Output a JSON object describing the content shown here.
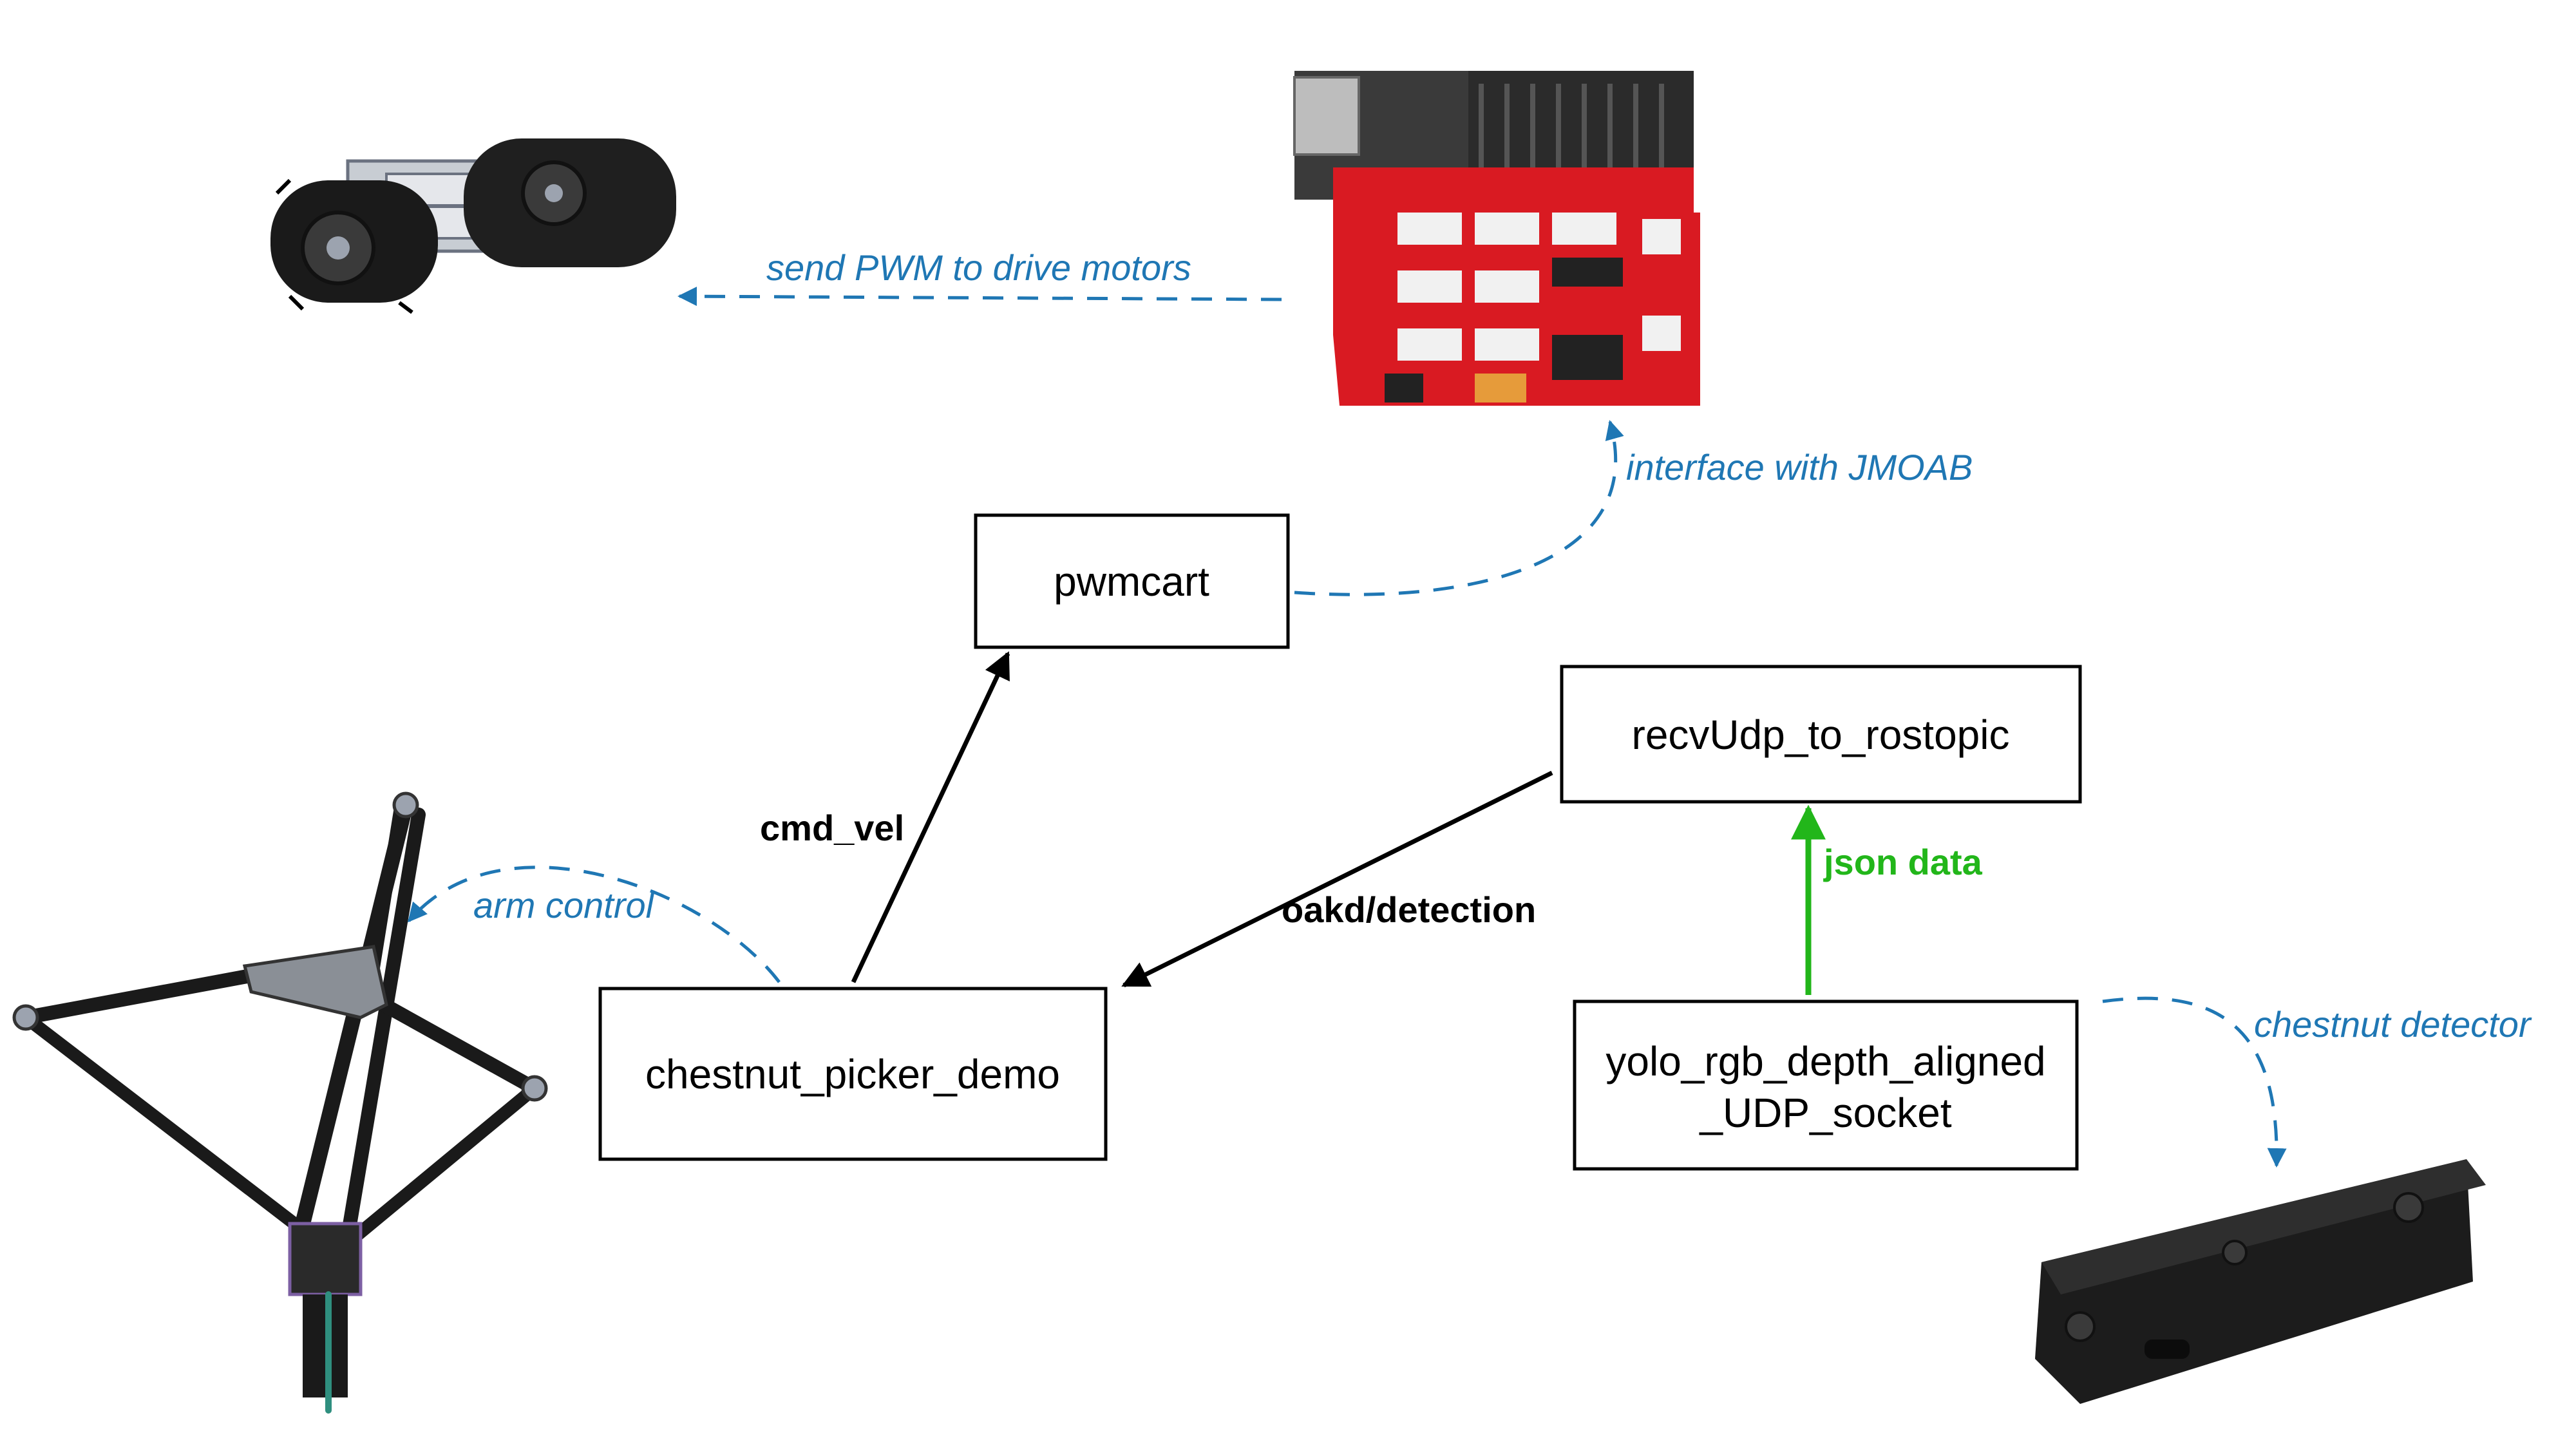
{
  "nodes": {
    "pwmcart": "pwmcart",
    "recv_udp": "recvUdp_to_rostopic",
    "picker_demo": "chestnut_picker_demo",
    "yolo_line1": "yolo_rgb_depth_aligned",
    "yolo_line2": "_UDP_socket"
  },
  "edges": {
    "cmd_vel": "cmd_vel",
    "oakd_detection": "oakd/detection",
    "json_data": "json data",
    "send_pwm": "send PWM to drive motors",
    "interface_jmoab": "interface with JMOAB",
    "arm_control": "arm control",
    "chestnut_detector": "chestnut detector"
  },
  "images": {
    "tracked_chassis": "tracked-robot-chassis",
    "jmoab_board": "jmoab-controller-board",
    "delta_arm": "delta-robot-arm",
    "oakd_camera": "oak-d-depth-camera"
  },
  "colors": {
    "dashed_annotation": "#1f77b4",
    "json_arrow": "#22b61a",
    "board_red": "#d91a22"
  }
}
